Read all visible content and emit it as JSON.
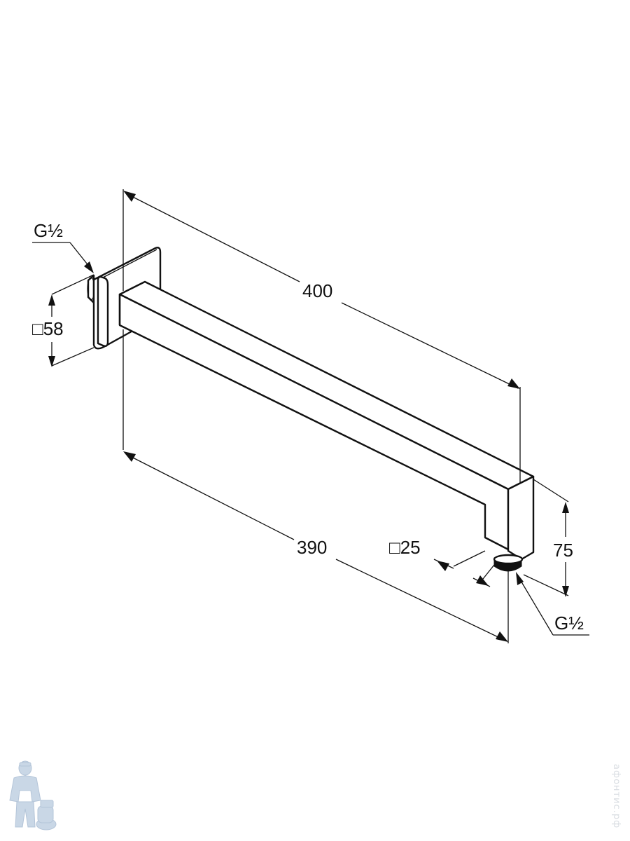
{
  "diagram": {
    "dimensions": {
      "length_top": "400",
      "length_bottom": "390",
      "flange_square": "□58",
      "arm_square": "□25",
      "drop_height": "75",
      "thread_inlet": "G½",
      "thread_outlet": "G½"
    }
  },
  "watermark": {
    "text": "афонтис.рф",
    "logo": "plumber-mascot-logo"
  },
  "colors": {
    "ink": "#111111",
    "background": "#ffffff",
    "watermark": "#c9d7e6"
  }
}
